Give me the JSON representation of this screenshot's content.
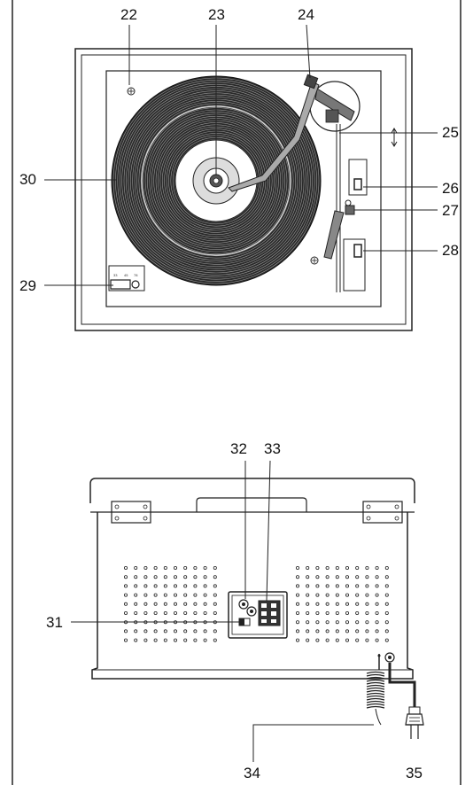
{
  "callouts": {
    "c22": "22",
    "c23": "23",
    "c24": "24",
    "c25": "25",
    "c26": "26",
    "c27": "27",
    "c28": "28",
    "c29": "29",
    "c30": "30",
    "c31": "31",
    "c32": "32",
    "c33": "33",
    "c34": "34",
    "c35": "35"
  },
  "speed_selector": {
    "labels": [
      "33",
      "45",
      "78"
    ]
  },
  "colors": {
    "stroke": "#222222",
    "record": "#2a2a2a",
    "background": "#ffffff"
  },
  "icons": [
    "screw-icon",
    "hinge-icon",
    "plug-icon",
    "spring-cord-icon"
  ]
}
